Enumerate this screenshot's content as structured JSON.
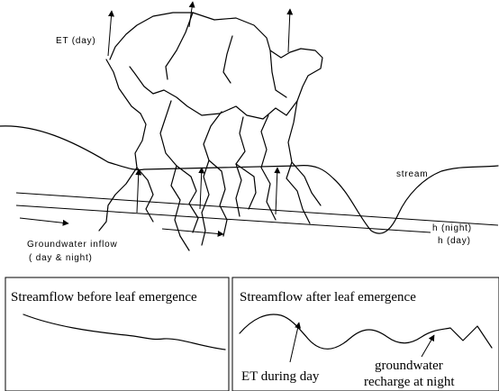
{
  "top_diagram": {
    "et_label": "ET (day)",
    "stream_label": "stream",
    "h_night_label": "h (night)",
    "h_day_label": "h (day)",
    "groundwater_label_line1": "Groundwater inflow",
    "groundwater_label_line2": "( day & night)"
  },
  "panel_before": {
    "title": "Streamflow before leaf emergence"
  },
  "panel_after": {
    "title": "Streamflow after leaf emergence",
    "et_during_day": "ET during day",
    "recharge_line1": "groundwater",
    "recharge_line2": "recharge at night"
  }
}
